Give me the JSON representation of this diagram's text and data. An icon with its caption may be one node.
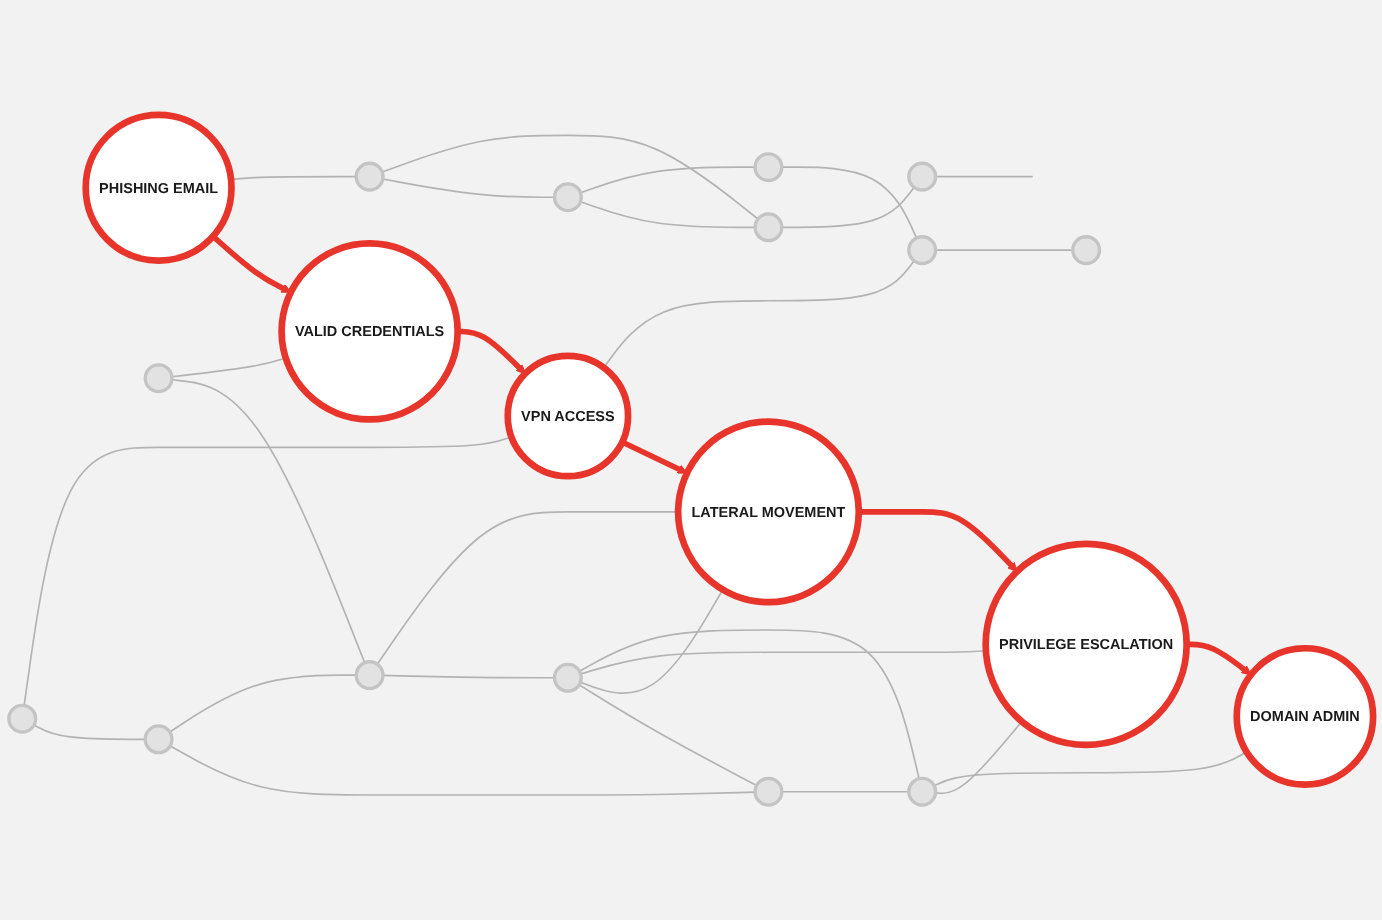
{
  "diagram": {
    "nodes": [
      {
        "text": [
          "PHISHING EMAIL"
        ]
      },
      {
        "text": [
          "VALID CREDENTIALS"
        ]
      },
      {
        "text": [
          "VPN ACCESS"
        ]
      },
      {
        "text": [
          "LATERAL MOVEMENT"
        ]
      },
      {
        "text": [
          "PRIVILEGE ESCALATION"
        ]
      },
      {
        "text": [
          "DOMAIN ADMIN"
        ]
      },
      {
        "text": [],
        "shape": "circle"
      },
      {
        "text": [],
        "shape": "circle"
      },
      {
        "text": [],
        "shape": "circle"
      },
      {
        "text": [],
        "shape": "circle"
      },
      {
        "text": [],
        "shape": "circle"
      },
      {
        "text": [],
        "shape": "circle"
      },
      {
        "text": [],
        "shape": "circle"
      },
      {
        "text": [],
        "shape": "circle"
      },
      {
        "text": [],
        "shape": "circle"
      },
      {
        "text": [],
        "shape": "circle"
      },
      {
        "text": [],
        "shape": "circle"
      },
      {
        "text": [],
        "shape": "circle"
      },
      {
        "text": [],
        "shape": "circle"
      },
      {
        "text": [],
        "shape": "circle"
      }
    ],
    "edges": [
      {
        "from": 0,
        "to": 1,
        "arrow": "to",
        "style": "thick",
        "color": "#e8352b"
      },
      {
        "from": 1,
        "to": 2,
        "arrow": "to",
        "style": "thick",
        "color": "#e8352b"
      },
      {
        "from": 2,
        "to": 3,
        "arrow": "to",
        "style": "thick",
        "color": "#e8352b"
      },
      {
        "from": 3,
        "to": 4,
        "arrow": "to",
        "style": "thick",
        "color": "#e8352b"
      },
      {
        "from": 4,
        "to": 5,
        "arrow": "to",
        "style": "thick",
        "color": "#e8352b"
      },
      {
        "from": 7,
        "to": 8,
        "arrow": "none"
      },
      {
        "from": 7,
        "to": 2,
        "arrow": "none"
      },
      {
        "from": 6,
        "to": 10,
        "arrow": "none"
      },
      {
        "from": 6,
        "to": 1,
        "arrow": "none"
      },
      {
        "from": 8,
        "to": 9,
        "arrow": "none"
      },
      {
        "from": 8,
        "to": 10,
        "arrow": "none"
      },
      {
        "from": 10,
        "to": 11,
        "arrow": "none"
      },
      {
        "from": 10,
        "to": 3,
        "arrow": "none"
      },
      {
        "from": 11,
        "to": 9,
        "arrow": "none"
      },
      {
        "from": 11,
        "to": 3,
        "arrow": "none"
      },
      {
        "from": 11,
        "to": 4,
        "arrow": "none"
      },
      {
        "from": 11,
        "to": 12,
        "arrow": "none"
      },
      {
        "from": 9,
        "to": 12,
        "arrow": "none"
      },
      {
        "from": 12,
        "to": 4,
        "arrow": "none"
      },
      {
        "from": 12,
        "to": 5,
        "arrow": "none"
      },
      {
        "from": 0,
        "to": 13,
        "arrow": "none"
      },
      {
        "from": 13,
        "to": 14,
        "arrow": "none"
      },
      {
        "from": 13,
        "to": 15,
        "arrow": "none"
      },
      {
        "from": 14,
        "to": 15,
        "arrow": "none"
      },
      {
        "from": 14,
        "to": 18,
        "arrow": "none"
      },
      {
        "from": 15,
        "to": 19,
        "arrow": "none"
      },
      {
        "from": 2,
        "to": 16,
        "arrow": "none"
      },
      {
        "from": 18,
        "to": 16,
        "arrow": "none"
      },
      {
        "from": 16,
        "to": 17,
        "arrow": "none"
      },
      {
        "from": 19,
        "to": null,
        "arrow": "none"
      }
    ]
  }
}
